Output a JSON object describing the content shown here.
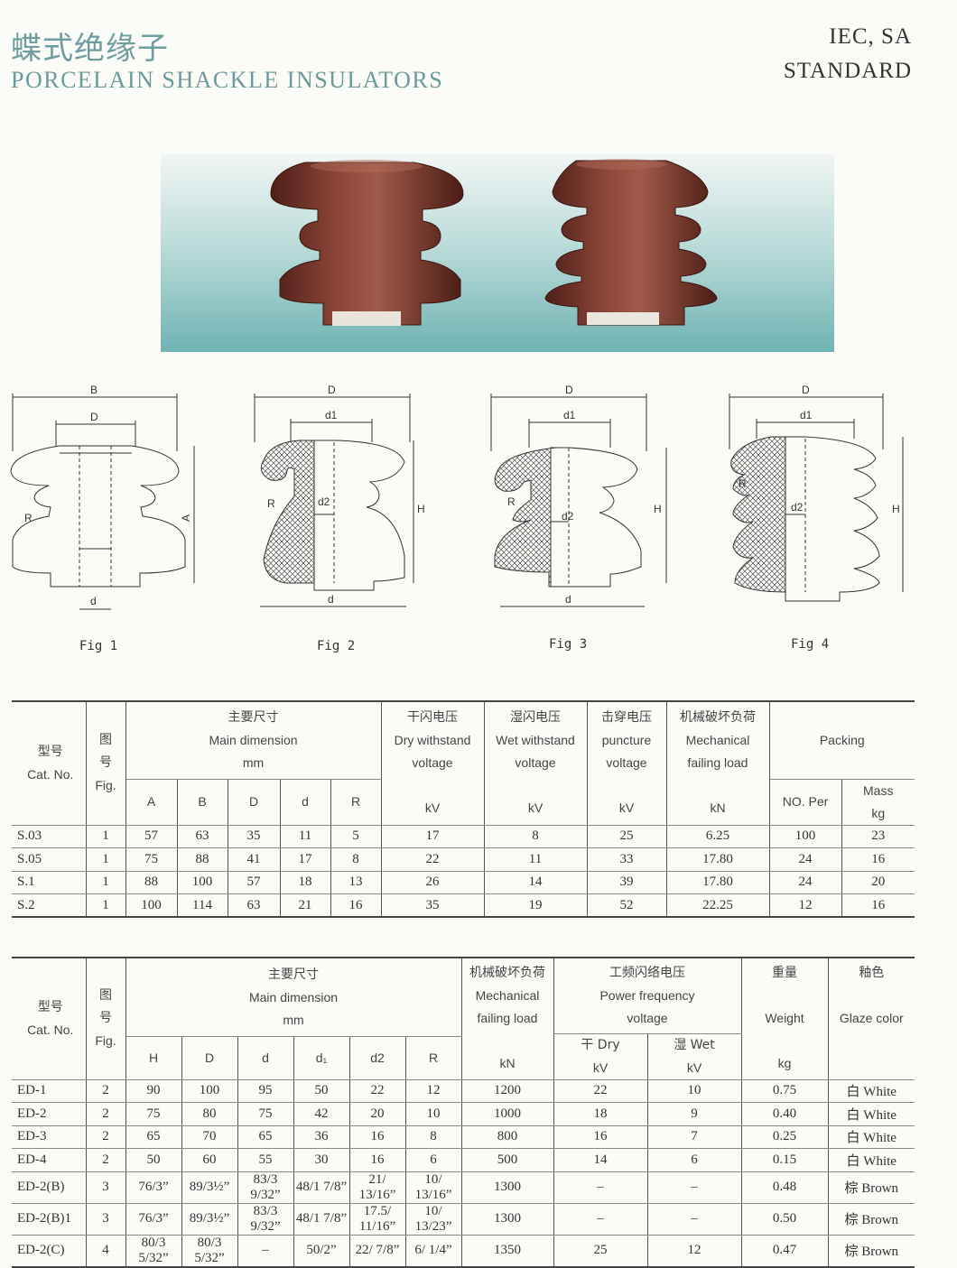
{
  "header": {
    "title_cn": "蝶式绝缘子",
    "title_en": "PORCELAIN SHACKLE INSULATORS",
    "standard_line1": "IEC, SA",
    "standard_line2": "STANDARD"
  },
  "figures": {
    "labels": [
      "Fig 1",
      "Fig 2",
      "Fig 3",
      "Fig 4"
    ],
    "dims": {
      "B": "B",
      "D": "D",
      "d": "d",
      "A": "A",
      "R": "R",
      "d1": "d1",
      "d2": "d2",
      "H": "H"
    }
  },
  "colors": {
    "porcelain": "#7a3a30",
    "title": "#6e9da0",
    "hatch": "#555555"
  },
  "table1": {
    "h_cat_cn": "型号",
    "h_cat_en": "Cat. No.",
    "h_fig_cn1": "图",
    "h_fig_cn2": "号",
    "h_fig_en": "Fig.",
    "h_main_cn": "主要尺寸",
    "h_main_en": "Main dimension",
    "h_main_unit": "mm",
    "h_dry_cn": "干闪电压",
    "h_dry_en1": "Dry withstand",
    "h_dry_en2": "voltage",
    "h_dry_unit": "kV",
    "h_wet_cn": "湿闪电压",
    "h_wet_en1": "Wet withstand",
    "h_wet_en2": "voltage",
    "h_wet_unit": "kV",
    "h_punct_cn": "击穿电压",
    "h_punct_en1": "puncture",
    "h_punct_en2": "voltage",
    "h_punct_unit": "kV",
    "h_mech_cn": "机械破坏负荷",
    "h_mech_en1": "Mechanical",
    "h_mech_en2": "failing load",
    "h_mech_unit": "kN",
    "h_pack": "Packing",
    "h_no_per": "NO. Per",
    "h_mass": "Mass",
    "h_mass_unit": "kg",
    "cols": [
      "A",
      "B",
      "D",
      "d",
      "R"
    ],
    "rows": [
      [
        "S.03",
        "1",
        "57",
        "63",
        "35",
        "11",
        "5",
        "17",
        "8",
        "25",
        "6.25",
        "100",
        "23"
      ],
      [
        "S.05",
        "1",
        "75",
        "88",
        "41",
        "17",
        "8",
        "22",
        "11",
        "33",
        "17.80",
        "24",
        "16"
      ],
      [
        "S.1",
        "1",
        "88",
        "100",
        "57",
        "18",
        "13",
        "26",
        "14",
        "39",
        "17.80",
        "24",
        "20"
      ],
      [
        "S.2",
        "1",
        "100",
        "114",
        "63",
        "21",
        "16",
        "35",
        "19",
        "52",
        "22.25",
        "12",
        "16"
      ]
    ]
  },
  "table2": {
    "h_cat_cn": "型号",
    "h_cat_en": "Cat. No.",
    "h_fig_cn1": "图",
    "h_fig_cn2": "号",
    "h_fig_en": "Fig.",
    "h_main_cn": "主要尺寸",
    "h_main_en": "Main dimension",
    "h_main_unit": "mm",
    "h_mech_cn": "机械破坏负荷",
    "h_mech_en1": "Mechanical",
    "h_mech_en2": "failing load",
    "h_mech_unit": "kN",
    "h_pf_cn": "工频闪络电压",
    "h_pf_en1": "Power frequency",
    "h_pf_en2": "voltage",
    "h_dry": "干 Dry",
    "h_wet": "湿 Wet",
    "h_kv": "kV",
    "h_weight_cn": "重量",
    "h_weight_en": "Weight",
    "h_weight_unit": "kg",
    "h_glaze_cn": "釉色",
    "h_glaze_en": "Glaze color",
    "cols": [
      "H",
      "D",
      "d",
      "d₁",
      "d2",
      "R"
    ],
    "rows": [
      [
        "ED-1",
        "2",
        "90",
        "100",
        "95",
        "50",
        "22",
        "12",
        "1200",
        "22",
        "10",
        "0.75",
        "白 White"
      ],
      [
        "ED-2",
        "2",
        "75",
        "80",
        "75",
        "42",
        "20",
        "10",
        "1000",
        "18",
        "9",
        "0.40",
        "白 White"
      ],
      [
        "ED-3",
        "2",
        "65",
        "70",
        "65",
        "36",
        "16",
        "8",
        "800",
        "16",
        "7",
        "0.25",
        "白 White"
      ],
      [
        "ED-4",
        "2",
        "50",
        "60",
        "55",
        "30",
        "16",
        "6",
        "500",
        "14",
        "6",
        "0.15",
        "白 White"
      ],
      [
        "ED-2(B)",
        "3",
        "76/3”",
        "89/3½”",
        "83/3 9/32”",
        "48/1 7/8”",
        "21/ 13/16”",
        "10/ 13/16”",
        "1300",
        "–",
        "–",
        "0.48",
        "棕 Brown"
      ],
      [
        "ED-2(B)1",
        "3",
        "76/3”",
        "89/3½”",
        "83/3 9/32”",
        "48/1 7/8”",
        "17.5/ 11/16”",
        "10/ 13/23”",
        "1300",
        "–",
        "–",
        "0.50",
        "棕 Brown"
      ],
      [
        "ED-2(C)",
        "4",
        "80/3 5/32”",
        "80/3 5/32”",
        "–",
        "50/2”",
        "22/ 7/8”",
        "6/ 1/4”",
        "1350",
        "25",
        "12",
        "0.47",
        "棕 Brown"
      ]
    ]
  }
}
